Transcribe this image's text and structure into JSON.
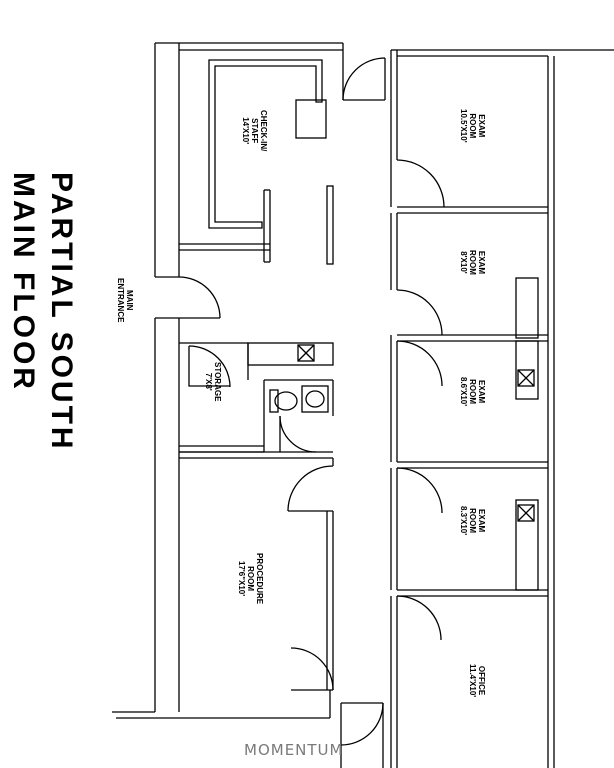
{
  "title": {
    "line1": "PARTIAL SOUTH",
    "line2": "MAIN FLOOR"
  },
  "entrance": {
    "line1": "MAIN",
    "line2": "ENTRANCE"
  },
  "rooms": {
    "checkin": {
      "name1": "CHECK-IN/",
      "name2": "STAFF",
      "size": "14'X10'"
    },
    "storage": {
      "name1": "STORAGE",
      "size": "7'X8'"
    },
    "procedure": {
      "name1": "PROCEDURE",
      "name2": "ROOM",
      "size": "17'6\"X10'"
    },
    "exam1": {
      "name1": "EXAM",
      "name2": "ROOM",
      "size": "10.5'X10'"
    },
    "exam2": {
      "name1": "EXAM",
      "name2": "ROOM",
      "size": "8'X10'"
    },
    "exam3": {
      "name1": "EXAM",
      "name2": "ROOM",
      "size": "8.6'X10'"
    },
    "exam4": {
      "name1": "EXAM",
      "name2": "ROOM",
      "size": "8.3'X10'"
    },
    "office": {
      "name1": "OFFICE",
      "size": "11.4'X10'"
    }
  },
  "watermark": "MOMENTUM"
}
